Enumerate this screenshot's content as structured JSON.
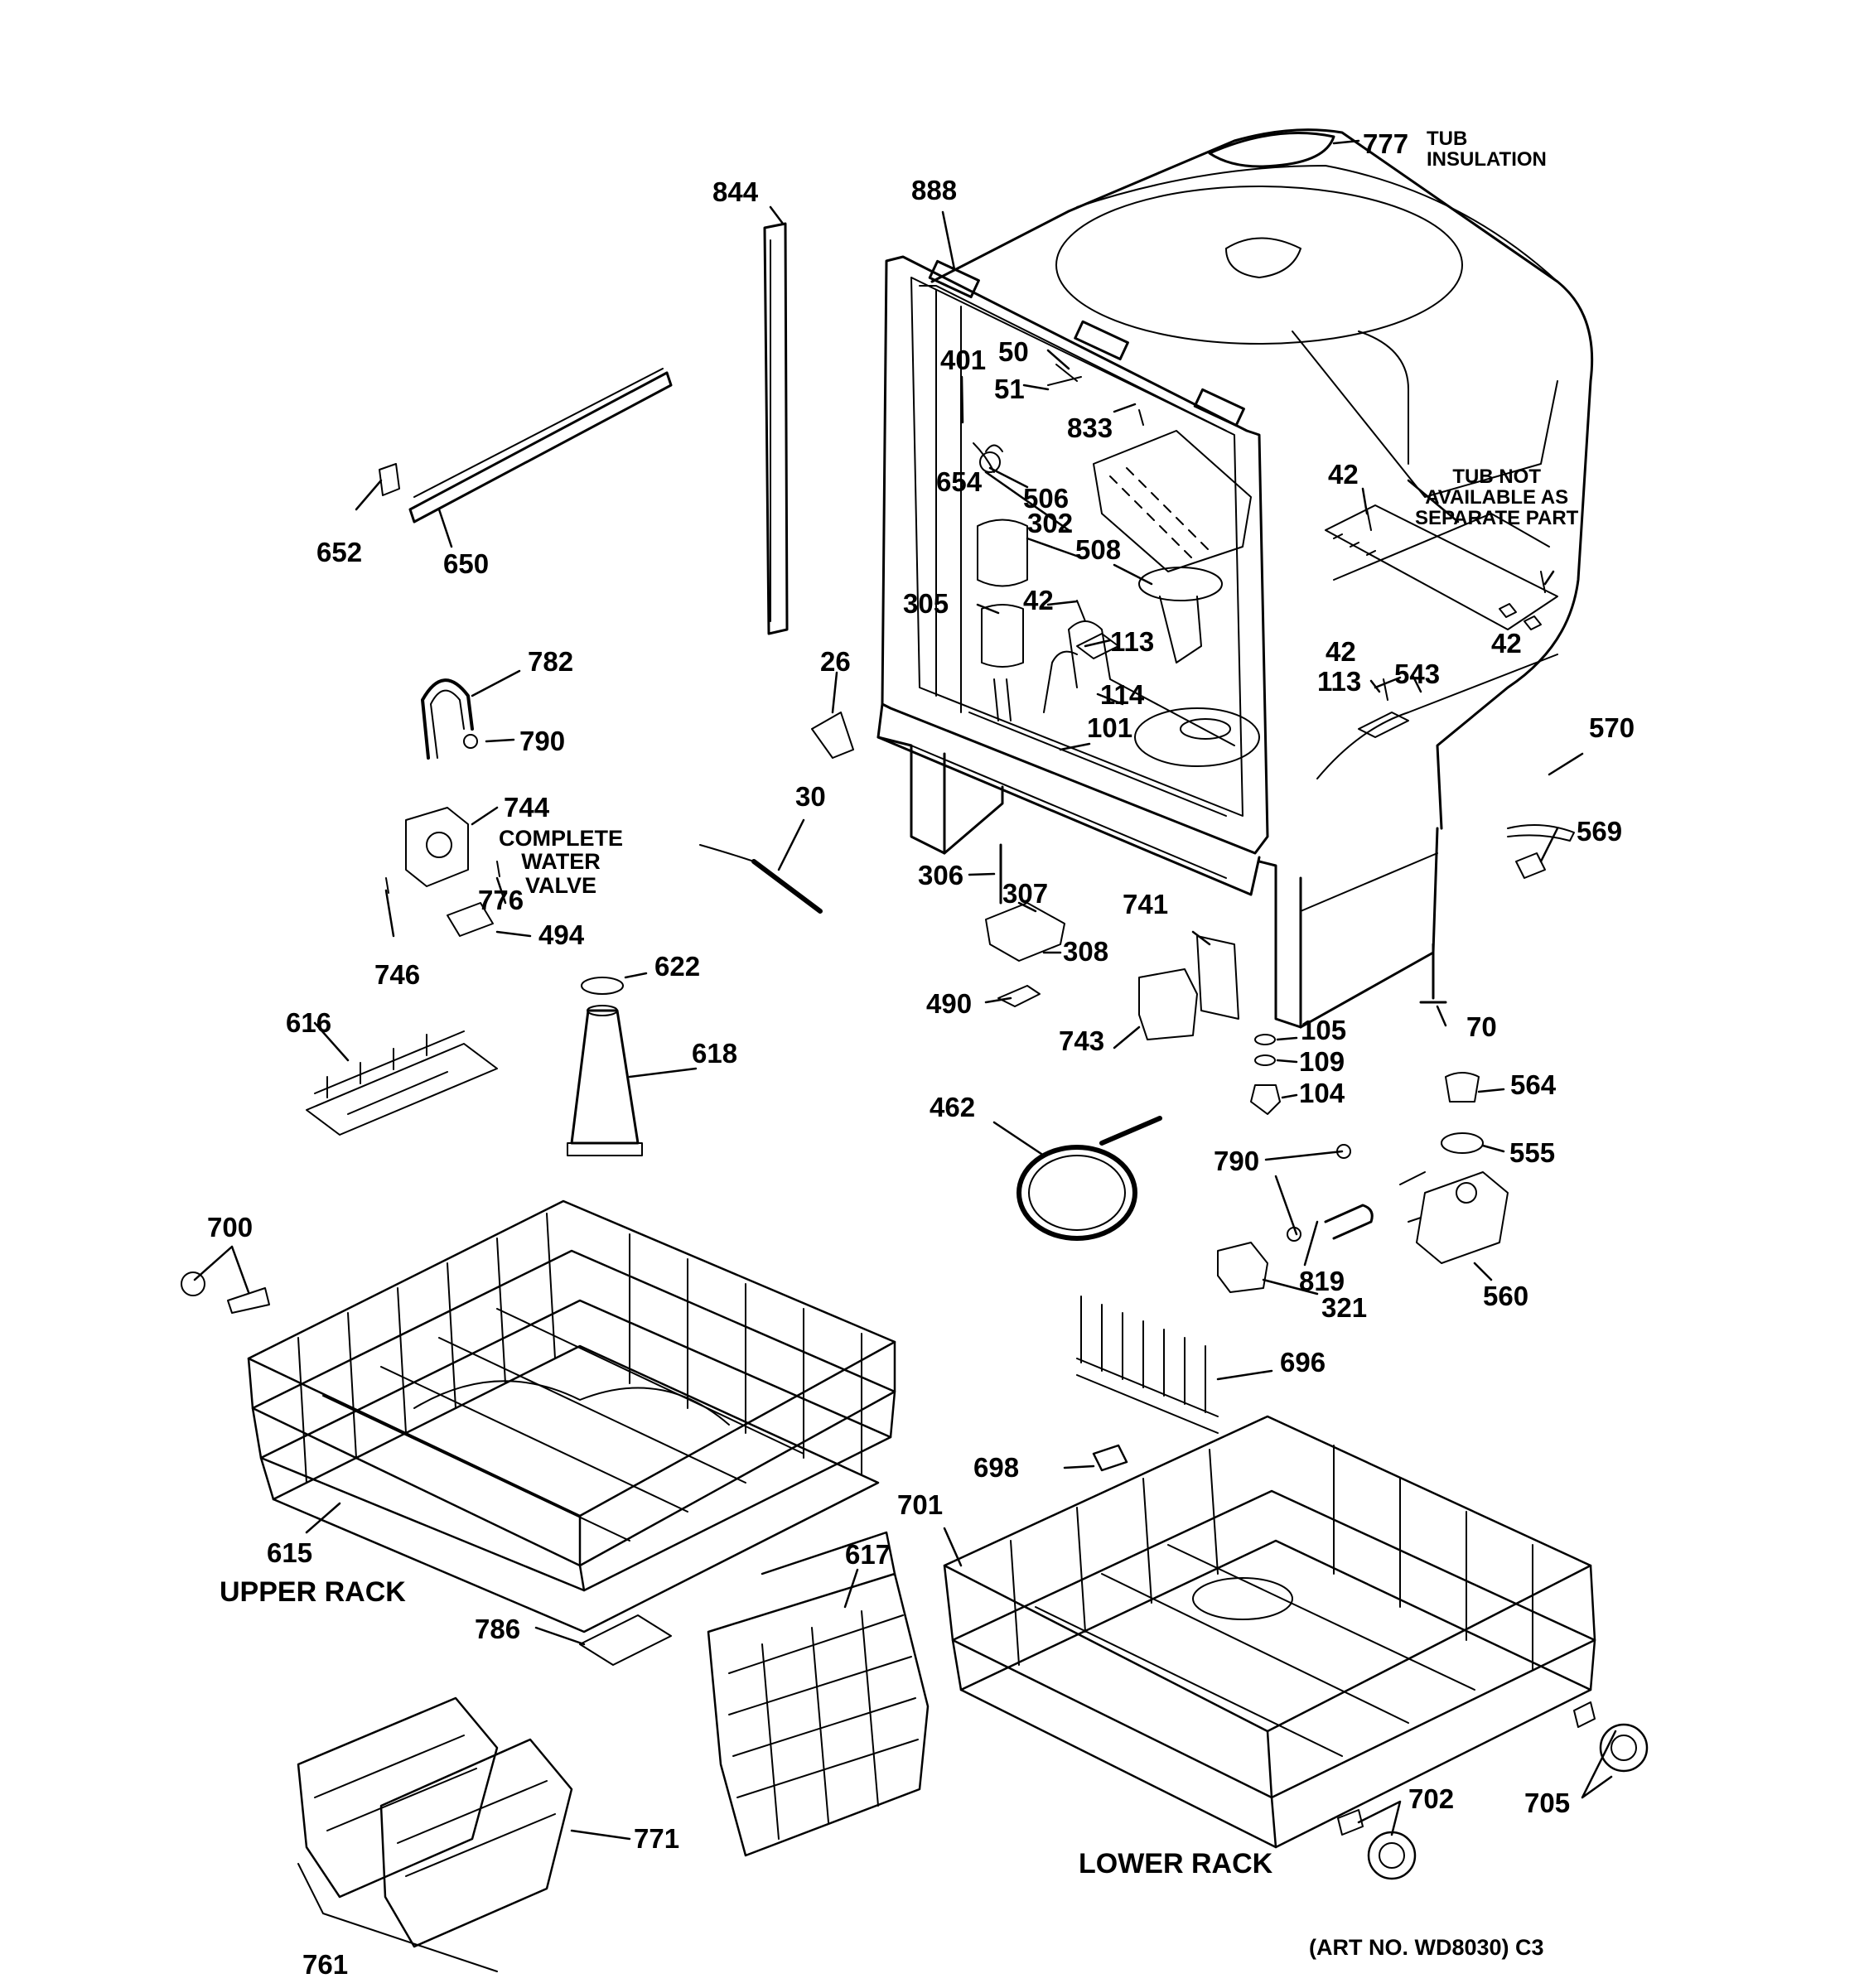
{
  "labels": {
    "p777": "777",
    "tub_insulation": "TUB\nINSULATION",
    "p844": "844",
    "p888": "888",
    "p401": "401",
    "p50": "50",
    "p51": "51",
    "p833": "833",
    "p654": "654",
    "p506": "506",
    "p302": "302",
    "p508": "508",
    "p305": "305",
    "p42a": "42",
    "p113a": "113",
    "p114": "114",
    "p101": "101",
    "p42b": "42",
    "tub_not_available": "TUB NOT\nAVAILABLE AS\nSEPARATE PART",
    "p42c": "42",
    "p42d": "42",
    "p113b": "113",
    "p543": "543",
    "p652": "652",
    "p650": "650",
    "p782": "782",
    "p790a": "790",
    "p26": "26",
    "p30": "30",
    "p744": "744",
    "complete_water_valve": "COMPLETE\nWATER\nVALVE",
    "p776": "776",
    "p746": "746",
    "p494": "494",
    "p570": "570",
    "p569": "569",
    "p306": "306",
    "p307": "307",
    "p308": "308",
    "p490": "490",
    "p741": "741",
    "p743": "743",
    "p70": "70",
    "p105": "105",
    "p109": "109",
    "p104": "104",
    "p564": "564",
    "p555": "555",
    "p560": "560",
    "p622": "622",
    "p618": "618",
    "p616": "616",
    "p462": "462",
    "p790b": "790",
    "p819": "819",
    "p321": "321",
    "p700": "700",
    "p696": "696",
    "p698": "698",
    "p615": "615",
    "upper_rack": "UPPER RACK",
    "p617": "617",
    "p701": "701",
    "p786": "786",
    "p771": "771",
    "p761": "761",
    "p702": "702",
    "p705": "705",
    "lower_rack": "LOWER RACK",
    "art_no": "(ART NO. WD8030) C3"
  },
  "colors": {
    "ink": "#000000",
    "paper": "#ffffff"
  }
}
